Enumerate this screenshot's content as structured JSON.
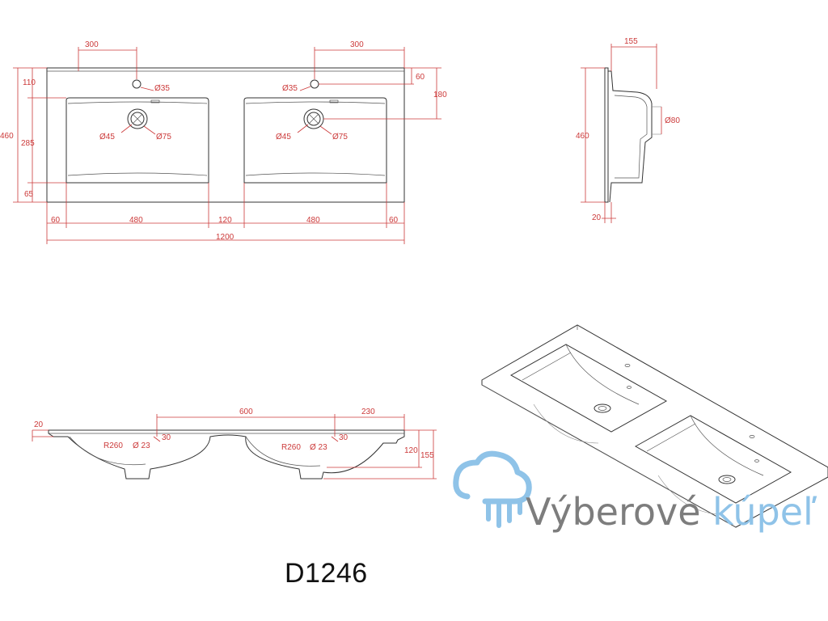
{
  "model_code": "D1246",
  "logo": {
    "part1": "Výberové",
    "part2": "kúpeľ",
    "icon": "shower-cloud-icon",
    "color_gray": "#7d7d7d",
    "color_blue": "#8fc3e8"
  },
  "dim_color": "#cc3a3a",
  "top_view": {
    "tap_spacing_left": "300",
    "tap_spacing_right": "300",
    "tap_hole_left": "Ø35",
    "tap_hole_right": "Ø35",
    "left_110": "110",
    "left_460": "460",
    "left_285": "285",
    "left_65": "65",
    "right_60": "60",
    "right_180": "180",
    "drain_inner_left": "Ø45",
    "drain_outer_left": "Ø75",
    "drain_inner_right": "Ø45",
    "drain_outer_right": "Ø75",
    "bottom_60a": "60",
    "bottom_480a": "480",
    "bottom_120": "120",
    "bottom_480b": "480",
    "bottom_60b": "60",
    "total_1200": "1200"
  },
  "side_view": {
    "top_155": "155",
    "height_460": "460",
    "drain_80": "Ø80",
    "bottom_20": "20"
  },
  "front_view": {
    "thickness_20": "20",
    "spacing_600": "600",
    "edge_230": "230",
    "radius_left": "R260",
    "radius_right": "R260",
    "hole_left": "Ø 23",
    "hole_right": "Ø 23",
    "dim_30_left": "30",
    "dim_30_right": "30",
    "height_120": "120",
    "height_155": "155"
  }
}
